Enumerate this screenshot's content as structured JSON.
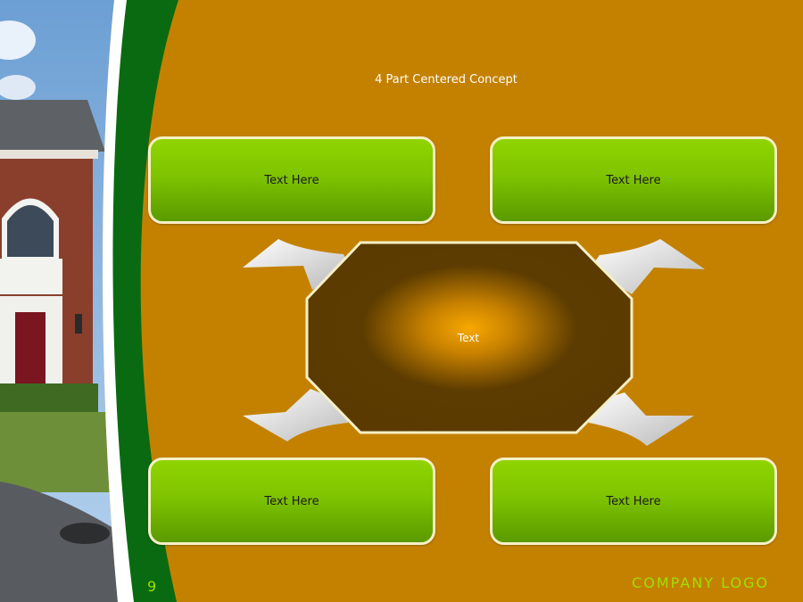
{
  "slide": {
    "title": "4 Part Centered Concept",
    "center_label": "Text",
    "boxes": [
      {
        "label": "Text Here"
      },
      {
        "label": "Text Here"
      },
      {
        "label": "Text Here"
      },
      {
        "label": "Text Here"
      }
    ],
    "page_number": "9",
    "company_logo": "COMPANY LOGO"
  },
  "colors": {
    "background": "#c48100",
    "box_green": "#7fc400",
    "curve_green": "#0a6a12",
    "center_fill": "#5a3a00",
    "outline": "#f6efc6",
    "accent_text": "#9ee000"
  }
}
